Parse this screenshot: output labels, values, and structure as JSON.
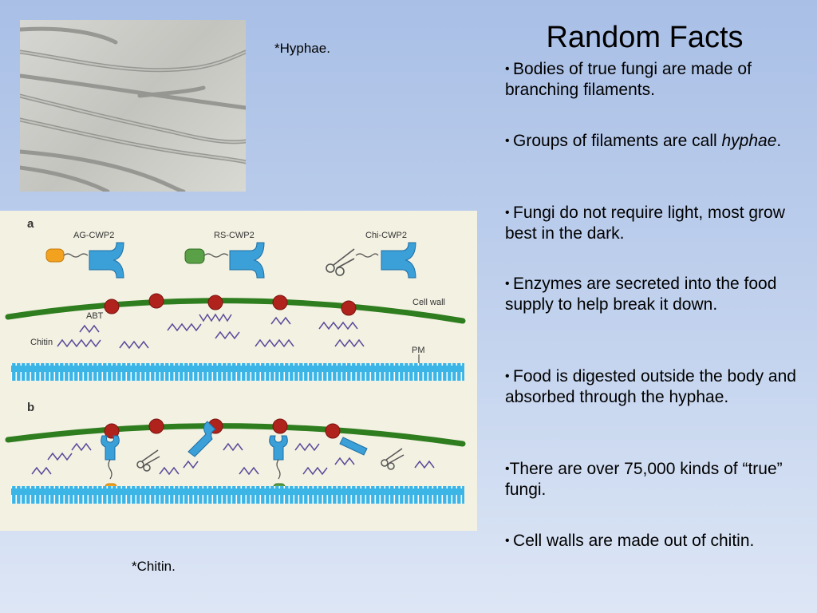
{
  "slide": {
    "title": "Random Facts",
    "captions": {
      "hyphae": "*Hyphae.",
      "chitin": "*Chitin."
    },
    "bullets": [
      {
        "prefix": "• ",
        "text": "Bodies of true fungi are made of branching filaments."
      },
      {
        "prefix": "• ",
        "text": "Groups of filaments are call ",
        "italic": "hyphae",
        "suffix": "."
      },
      {
        "prefix": "• ",
        "text": "Fungi do not require light, most grow best in the dark."
      },
      {
        "prefix": "• ",
        "text": "Enzymes are secreted into the food supply to help break it down."
      },
      {
        "prefix": "• ",
        "text": "Food is digested outside the body and absorbed through the hyphae."
      },
      {
        "prefix": "•",
        "text": "There are over 75,000 kinds of “true” fungi."
      },
      {
        "prefix": "• ",
        "text": "Cell walls are made out of chitin."
      }
    ]
  },
  "diagram": {
    "panel_a": "a",
    "panel_b": "b",
    "labels": {
      "ag": "AG-CWP2",
      "rs": "RS-CWP2",
      "chi": "Chi-CWP2",
      "cell_wall": "Cell wall",
      "abt": "ABT",
      "chitin": "Chitin",
      "pm": "PM"
    },
    "colors": {
      "wall": "#2e7d1e",
      "membrane": "#3bb4e6",
      "abt": "#b0221c",
      "chitin": "#5a4a9a",
      "ag_tag": "#f2a21e",
      "rs_tag": "#5aa046",
      "protein": "#3b9fd8"
    }
  }
}
